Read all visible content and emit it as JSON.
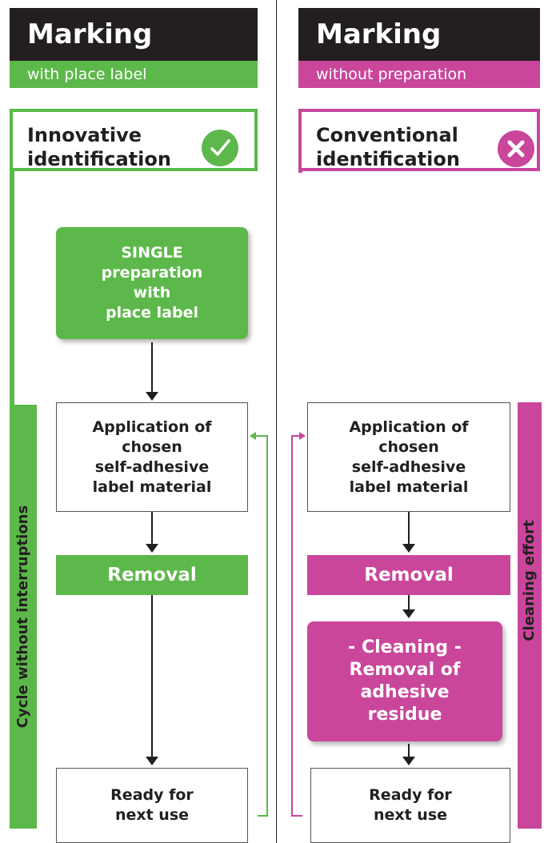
{
  "left": {
    "header": "Marking",
    "subheader": "with place label",
    "title": "Innovative\nidentification",
    "status_icon": "check-icon",
    "color": "#5cb84a",
    "steps": {
      "preparation": "SINGLE\npreparation\nwith\nplace label",
      "application": "Application of\nchosen\nself-adhesive\nlabel material",
      "removal": "Removal",
      "ready": "Ready for\nnext use"
    },
    "side_label": "Cycle without interruptions"
  },
  "right": {
    "header": "Marking",
    "subheader": "without preparation",
    "title": "Conventional\nidentification",
    "status_icon": "cross-icon",
    "color": "#c9469b",
    "steps": {
      "application": "Application of\nchosen\nself-adhesive\nlabel material",
      "removal": "Removal",
      "cleaning": "- Cleaning -\nRemoval of\nadhesive\nresidue",
      "ready": "Ready for\nnext use"
    },
    "side_label": "Cleaning effort"
  }
}
